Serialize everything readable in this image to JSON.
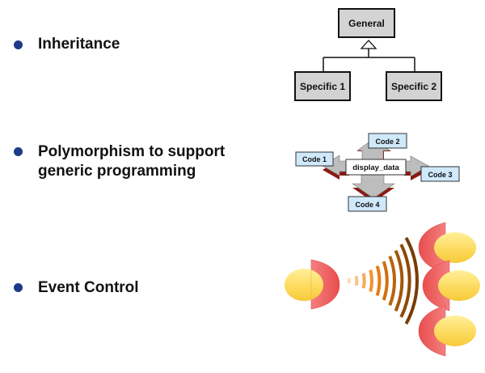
{
  "bullets": [
    {
      "label": "Inheritance"
    },
    {
      "label": "Polymorphism to support",
      "label_line2": "generic programming"
    },
    {
      "label": "Event Control"
    }
  ],
  "inheritance_diagram": {
    "parent": "General",
    "children": [
      "Specific 1",
      "Specific 2"
    ]
  },
  "polymorphism_diagram": {
    "center": "display_data",
    "targets": [
      "Code 1",
      "Code 2",
      "Code 3",
      "Code 4"
    ]
  },
  "event_diagram": {
    "sender_count": 1,
    "receiver_count": 3,
    "wave_count": 10
  },
  "colors": {
    "bullet": "#1f3a8a",
    "box_fill": "#d3d3d3",
    "code_fill": "#cfe9fb",
    "arrow_fill": "#b9b9b9",
    "arrow_shadow": "#8b1a10",
    "egg_red": "#f26a6a",
    "egg_yellow": "#fde06a"
  }
}
